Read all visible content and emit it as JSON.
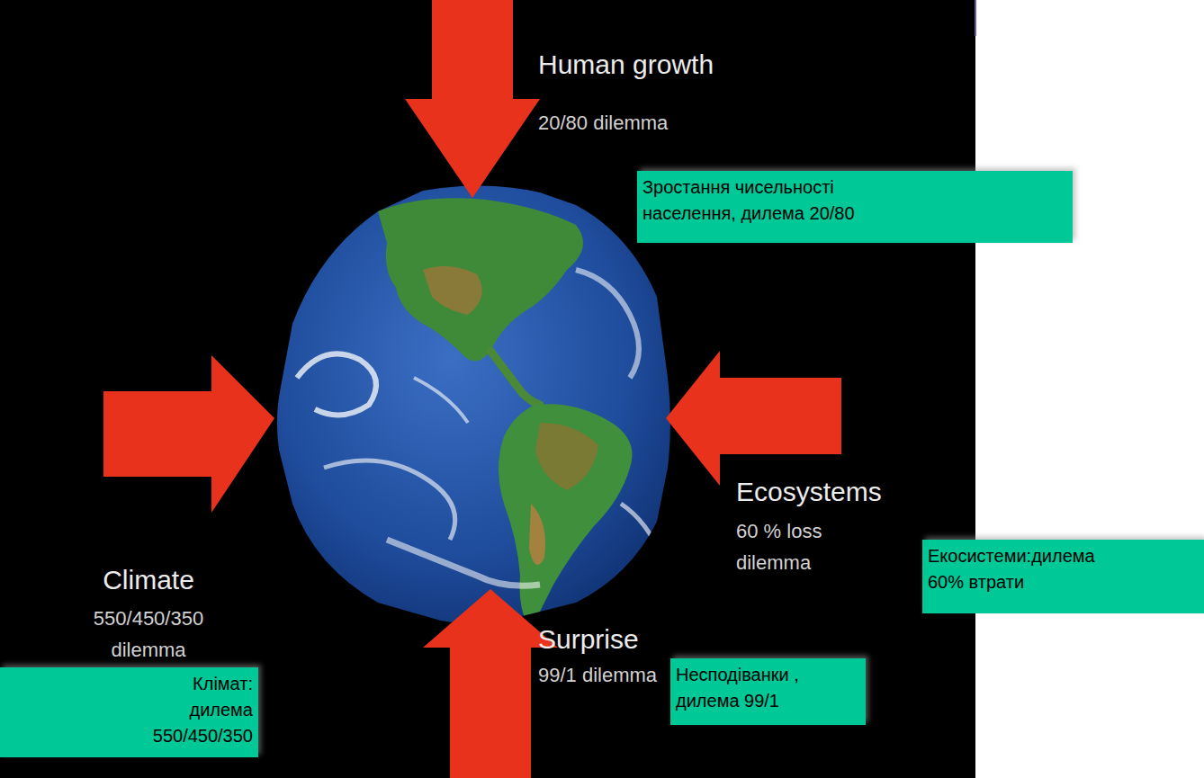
{
  "diagram": {
    "nodes": [
      {
        "text": [
          "Зростання чисельності населення, дилема 20/80"
        ]
      },
      {
        "text": [
          "Екосистеми:дилема 60% втрати"
        ]
      },
      {
        "text": [
          "Клімат: дилема 550/450/350"
        ]
      },
      {
        "text": [
          "Несподіванки , дилема 99/1"
        ]
      }
    ],
    "labels": [
      "Human growth",
      "20/80 dilemma",
      "Climate",
      "550/450/350 dilemma",
      "Ecosystems",
      "60 % loss dilemma",
      "Surprise",
      "99/1 dilemma"
    ]
  }
}
